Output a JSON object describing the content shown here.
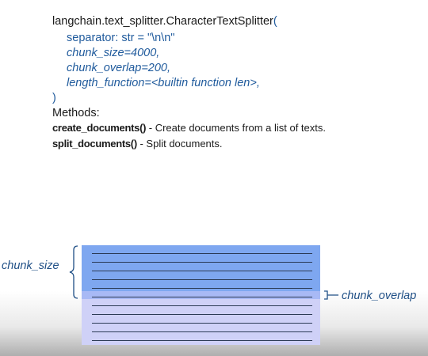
{
  "code": {
    "signature": "langchain.text_splitter.CharacterTextSplitter",
    "open_paren": "(",
    "params": [
      "separator: str = \"\\n\\n\"",
      "chunk_size=4000,",
      "chunk_overlap=200,",
      "length_function=<builtin function len>,"
    ],
    "close_paren": ")"
  },
  "methods": {
    "heading": "Methods:",
    "items": [
      {
        "name": "create_documents()",
        "desc": " - Create documents from a list of texts."
      },
      {
        "name": "split_documents()",
        "desc": " - Split documents."
      }
    ]
  },
  "diagram": {
    "chunk_size_label": "chunk_size",
    "chunk_overlap_label": "chunk_overlap",
    "colors": {
      "chunk_top": "#7ea7f0",
      "overlap": "#a8b9f5",
      "chunk_bottom": "#cfd1f7",
      "label": "#1f4f86"
    }
  }
}
